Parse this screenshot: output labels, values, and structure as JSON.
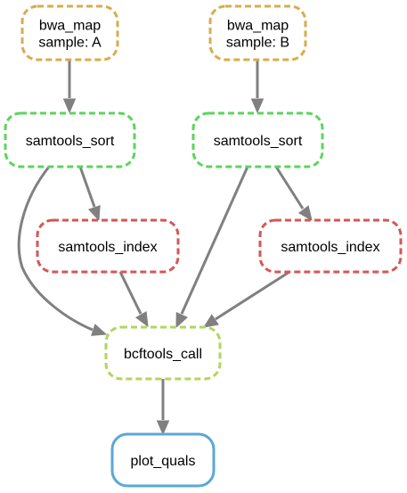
{
  "colors": {
    "bwa_map": "#d8ac4e",
    "samtools_sort": "#5dd45d",
    "samtools_index": "#d65656",
    "bcftools_call": "#b1d65d",
    "plot_quals": "#5aa8d6",
    "edge": "#808080"
  },
  "nodes": {
    "bwa_map_a": {
      "lines": [
        "bwa_map",
        "sample: A"
      ],
      "style": "dashed",
      "color_key": "bwa_map"
    },
    "bwa_map_b": {
      "lines": [
        "bwa_map",
        "sample: B"
      ],
      "style": "dashed",
      "color_key": "bwa_map"
    },
    "samtools_sort_a": {
      "lines": [
        "samtools_sort"
      ],
      "style": "dashed",
      "color_key": "samtools_sort"
    },
    "samtools_sort_b": {
      "lines": [
        "samtools_sort"
      ],
      "style": "dashed",
      "color_key": "samtools_sort"
    },
    "samtools_index_a": {
      "lines": [
        "samtools_index"
      ],
      "style": "dashed",
      "color_key": "samtools_index"
    },
    "samtools_index_b": {
      "lines": [
        "samtools_index"
      ],
      "style": "dashed",
      "color_key": "samtools_index"
    },
    "bcftools_call": {
      "lines": [
        "bcftools_call"
      ],
      "style": "dashed",
      "color_key": "bcftools_call"
    },
    "plot_quals": {
      "lines": [
        "plot_quals"
      ],
      "style": "solid",
      "color_key": "plot_quals"
    }
  },
  "edges": [
    {
      "from": "bwa_map_a",
      "to": "samtools_sort_a"
    },
    {
      "from": "bwa_map_b",
      "to": "samtools_sort_b"
    },
    {
      "from": "samtools_sort_a",
      "to": "samtools_index_a"
    },
    {
      "from": "samtools_sort_b",
      "to": "samtools_index_b"
    },
    {
      "from": "samtools_sort_a",
      "to": "bcftools_call"
    },
    {
      "from": "samtools_sort_b",
      "to": "bcftools_call"
    },
    {
      "from": "samtools_index_a",
      "to": "bcftools_call"
    },
    {
      "from": "samtools_index_b",
      "to": "bcftools_call"
    },
    {
      "from": "bcftools_call",
      "to": "plot_quals"
    }
  ]
}
